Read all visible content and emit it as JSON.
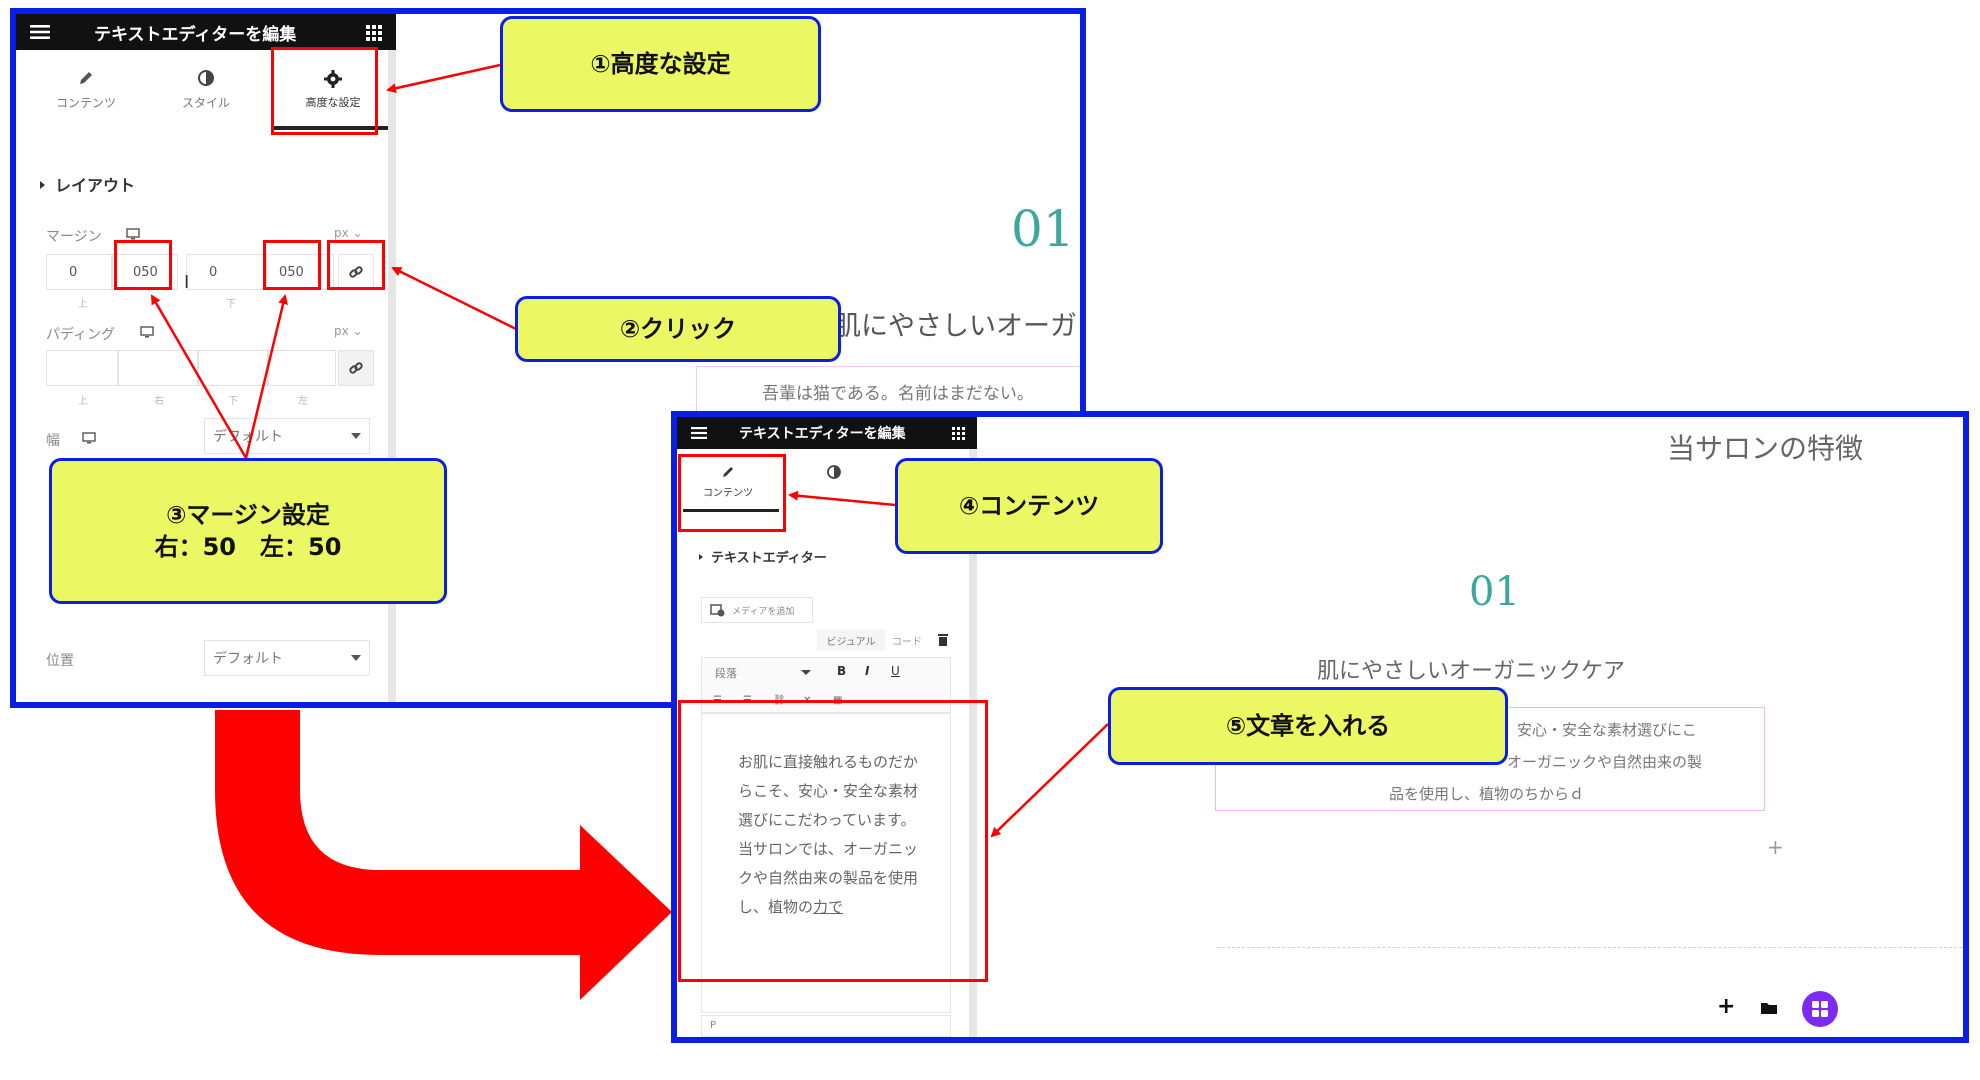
{
  "screen1": {
    "topbar_title": "テキストエディターを編集",
    "tabs": [
      {
        "label": "コンテンツ",
        "icon": "pencil-icon"
      },
      {
        "label": "スタイル",
        "icon": "half-circle-icon"
      },
      {
        "label": "高度な設定",
        "icon": "gear-icon"
      }
    ],
    "section_layout": "レイアウト",
    "margin": {
      "label": "マージン",
      "unit": "px",
      "values": [
        "0",
        "050",
        "0",
        "050"
      ],
      "sub_labels": [
        "上",
        "",
        "下",
        ""
      ]
    },
    "padding": {
      "label": "パディング",
      "unit": "px",
      "sub_labels": [
        "上",
        "右",
        "下",
        "左"
      ]
    },
    "width": {
      "label": "幅",
      "value": "デフォルト"
    },
    "position": {
      "label": "位置",
      "value": "デフォルト"
    },
    "preview": {
      "number": "01",
      "heading": "肌にやさしいオーガ",
      "text": "吾輩は猫である。名前はまだない。"
    }
  },
  "screen2": {
    "topbar_title": "テキストエディターを編集",
    "tab_content": "コンテンツ",
    "section": "テキストエディター",
    "add_media": "メディアを追加",
    "visual_tab": "ビジュアル",
    "code_tab": "コード",
    "format_select": "段落",
    "editor_text": "お肌に直接触れるものだからこそ、安心・安全な素材選びにこだわっています。当サロンでは、オーガニックや自然由来の製品を使用し、植物の",
    "editor_text_last": "力で",
    "path_label": "P",
    "preview": {
      "heading_top": "当サロンの特徴",
      "number": "01",
      "title": "肌にやさしいオーガニックケア",
      "text_lines": [
        "安心・安全な素材選びにこ",
        "オーガニックや自然由来の製",
        "品を使用し、植物のちからｄ"
      ]
    }
  },
  "callouts": {
    "c1": "①高度な設定",
    "c2": "②クリック",
    "c3_line1": "③マージン設定",
    "c3_line2": "右：50　左：50",
    "c4": "④コンテンツ",
    "c5": "⑤文章を入れる"
  },
  "colors": {
    "frame_blue": "#0b1ee6",
    "callout_yellow": "#ecf764",
    "highlight_red": "#ff0000",
    "teal": "#3aa89a",
    "purple": "#7b2cf0"
  }
}
